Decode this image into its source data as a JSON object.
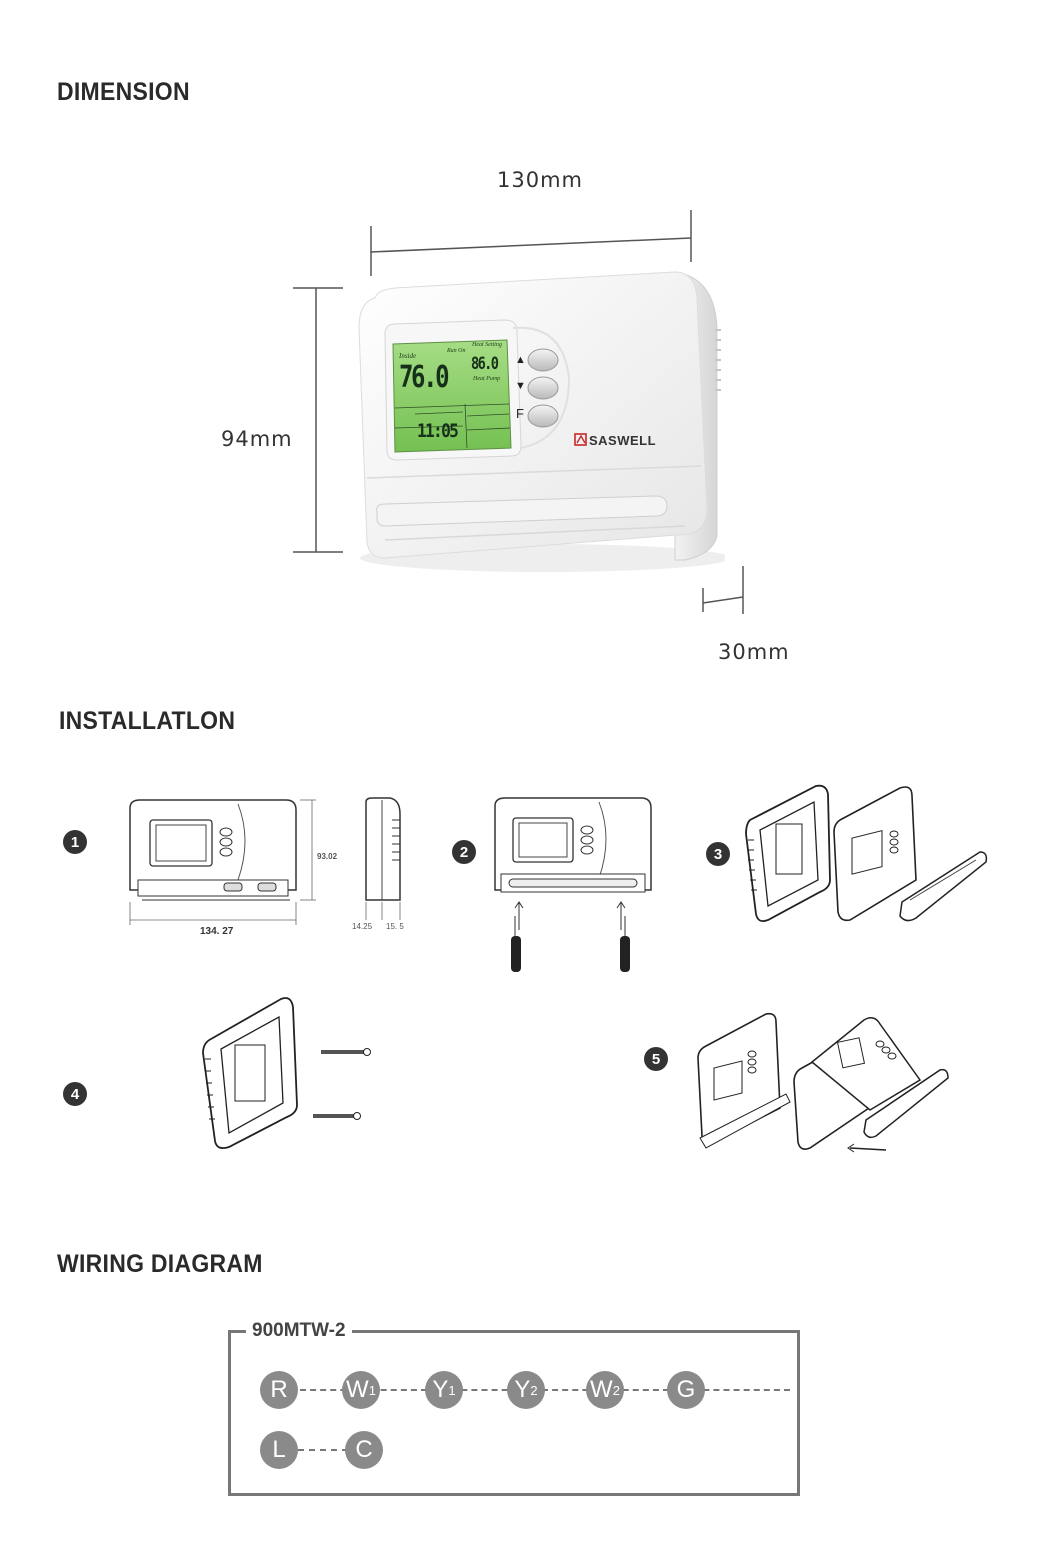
{
  "sections": {
    "dimension": "DIMENSION",
    "installation": "INSTALLATLON",
    "wiring": "WIRING DIAGRAM"
  },
  "dimensions": {
    "width": "130mm",
    "height": "94mm",
    "depth": "30mm"
  },
  "device": {
    "brand": "SASWELL",
    "display": {
      "inside_label": "Inside",
      "run_on_label": "Run On",
      "heat_setting_label": "Heat Setting",
      "temperature": "76.0",
      "setpoint": "86.0",
      "mode_label": "Heat Pump",
      "time": "11:05"
    },
    "buttons": {
      "up": "▲",
      "down": "▼",
      "function": "F"
    }
  },
  "installation": {
    "steps": [
      "❶",
      "❷",
      "❸",
      "❹",
      "❺"
    ],
    "step1_dims": {
      "width": "134. 27",
      "height": "93.02",
      "depth_a": "14.25",
      "depth_b": "15. 5"
    }
  },
  "wiring": {
    "model": "900MTW-2",
    "row1": [
      {
        "main": "R",
        "sub": ""
      },
      {
        "main": "W",
        "sub": "1"
      },
      {
        "main": "Y",
        "sub": "1"
      },
      {
        "main": "Y",
        "sub": "2"
      },
      {
        "main": "W",
        "sub": "2"
      },
      {
        "main": "G",
        "sub": ""
      }
    ],
    "row2": [
      {
        "main": "L",
        "sub": ""
      },
      {
        "main": "C",
        "sub": ""
      }
    ]
  },
  "colors": {
    "lcd": "#8fd170",
    "terminal": "#8a8a8a",
    "brand_red": "#c62828"
  }
}
